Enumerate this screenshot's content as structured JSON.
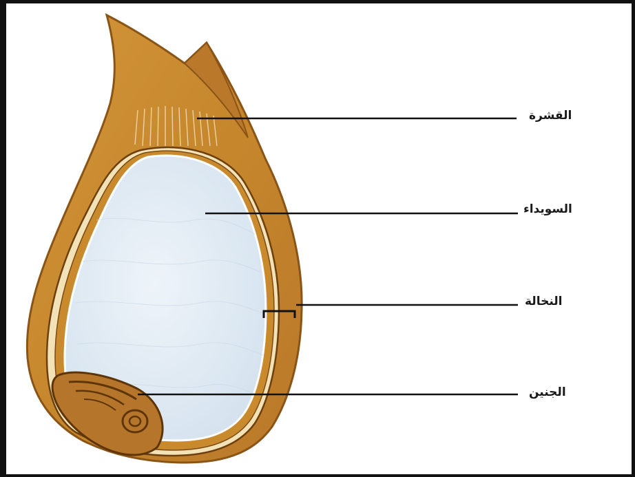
{
  "figure": {
    "labels": {
      "husk": "القشرة",
      "endosperm": "السويداء",
      "aleurone": "النخالة",
      "embryo": "الجنين"
    }
  },
  "colors": {
    "husk": "#c98a2e",
    "husk_dark": "#8a5416",
    "endosperm": "#dfe9f3",
    "leader_line": "#111111",
    "frame": "#111111"
  }
}
